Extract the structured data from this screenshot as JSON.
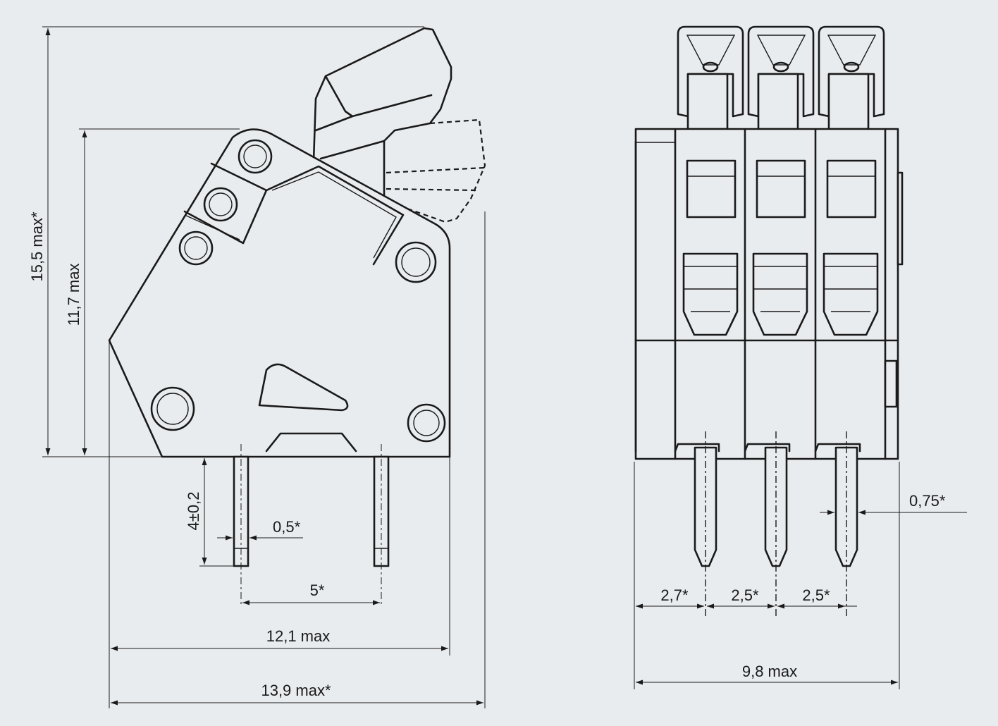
{
  "side_view": {
    "height_overall": "15,5 max*",
    "height_body": "11,7 max",
    "pin_length": "4±0,2",
    "pin_thickness": "0,5*",
    "pin_pitch": "5*",
    "width_body": "12,1 max",
    "width_overall": "13,9 max*"
  },
  "front_view": {
    "pin_width": "0,75*",
    "edge_to_first_pin": "2,7*",
    "pitch_1": "2,5*",
    "pitch_2": "2,5*",
    "total_width": "9,8 max"
  },
  "colors": {
    "background": "#e9ecef",
    "line": "#1a1a1a"
  }
}
